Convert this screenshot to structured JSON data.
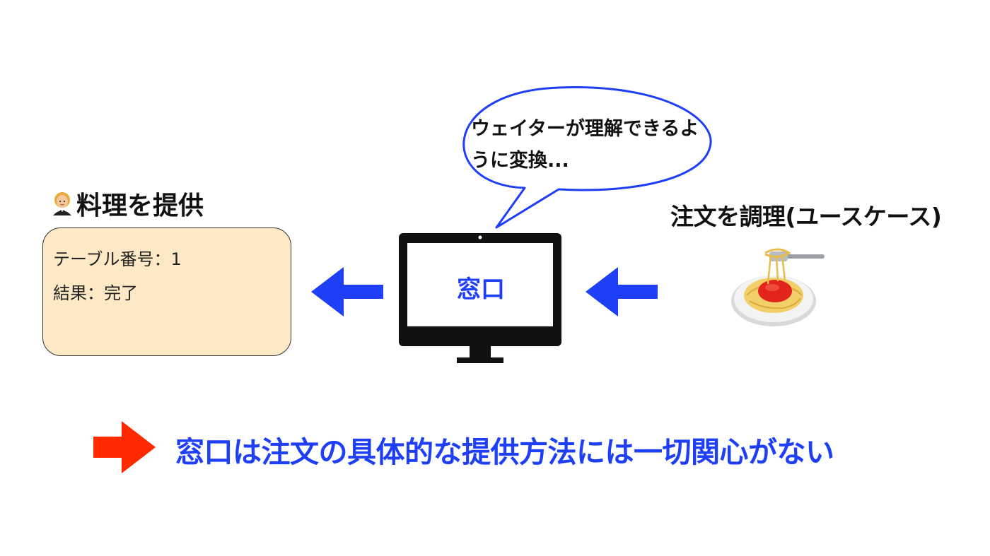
{
  "left_panel": {
    "title": "料理を提供",
    "icon": "waiter-icon",
    "lines": [
      "テーブル番号：1",
      "結果：完了"
    ]
  },
  "center": {
    "monitor_label": "窓口",
    "speech": "ウェイターが理解できるように変換..."
  },
  "right_panel": {
    "title": "注文を調理(ユースケース)",
    "icon": "spaghetti-icon"
  },
  "conclusion": {
    "text": "窓口は注文の具体的な提供方法には一切関心がない",
    "icon": "right-arrow-icon"
  },
  "colors": {
    "accent_blue": "#1e3ff5",
    "arrow_red": "#ff2a00",
    "card_bg": "#fde9c6",
    "bubble_border": "#1e3ff5"
  }
}
